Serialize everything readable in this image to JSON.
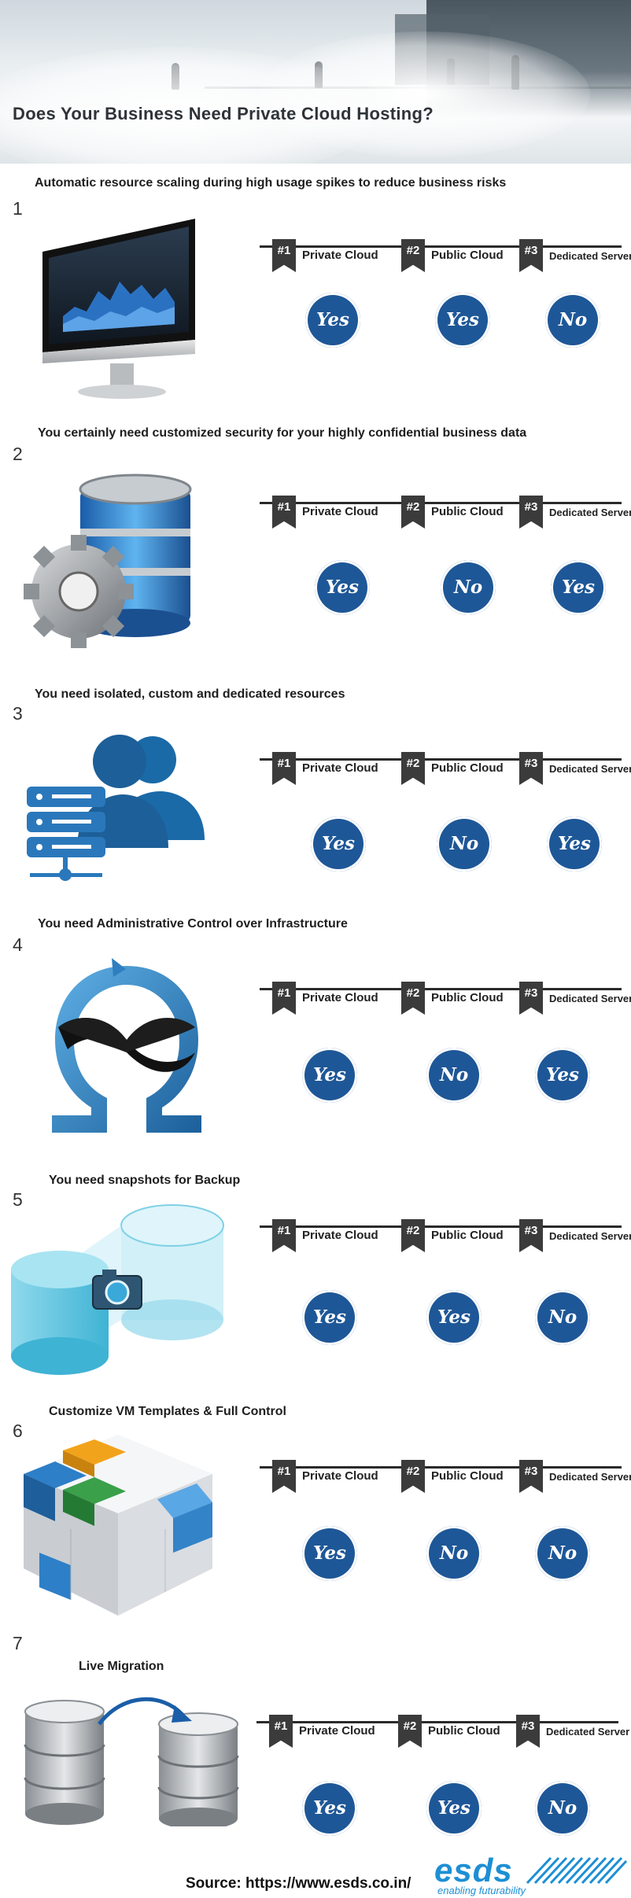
{
  "title": "Does Your Business Need Private Cloud Hosting?",
  "options": [
    {
      "rank": "#1",
      "label": "Private Cloud"
    },
    {
      "rank": "#2",
      "label": "Public Cloud"
    },
    {
      "rank": "#3",
      "label": "Dedicated Server"
    }
  ],
  "sections": [
    {
      "number": "1",
      "heading": "Automatic resource scaling during high usage spikes to reduce business risks",
      "illustration": "monitor-chart-icon",
      "answers": [
        "Yes",
        "Yes",
        "No"
      ]
    },
    {
      "number": "2",
      "heading": "You certainly need customized security for your highly confidential business data",
      "illustration": "database-gear-icon",
      "answers": [
        "Yes",
        "No",
        "Yes"
      ]
    },
    {
      "number": "3",
      "heading": "You need isolated, custom and dedicated resources",
      "illustration": "server-users-icon",
      "answers": [
        "Yes",
        "No",
        "Yes"
      ]
    },
    {
      "number": "4",
      "heading": "You need Administrative Control over Infrastructure",
      "illustration": "omega-infinity-icon",
      "answers": [
        "Yes",
        "No",
        "Yes"
      ]
    },
    {
      "number": "5",
      "heading": "You need snapshots for Backup",
      "illustration": "cylinders-camera-icon",
      "answers": [
        "Yes",
        "Yes",
        "No"
      ]
    },
    {
      "number": "6",
      "heading": "Customize VM Templates & Full Control",
      "illustration": "cube-blocks-icon",
      "answers": [
        "Yes",
        "No",
        "No"
      ]
    },
    {
      "number": "7",
      "heading": "Live Migration",
      "illustration": "database-migration-icon",
      "answers": [
        "Yes",
        "Yes",
        "No"
      ]
    }
  ],
  "footer": {
    "source": "Source: https://www.esds.co.in/",
    "logo_text": "esds",
    "logo_tagline": "enabling futurability"
  },
  "colors": {
    "answer_circle": "#1e5797",
    "logo": "#1d8fd4",
    "rank_tab": "#3b3b3b"
  }
}
